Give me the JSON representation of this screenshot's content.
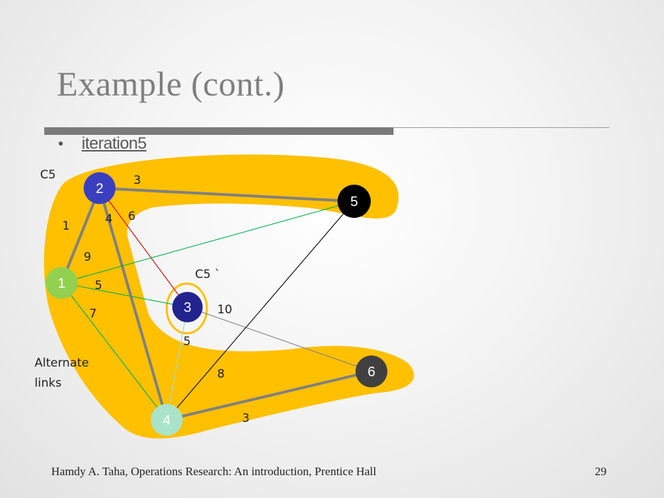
{
  "title": "Example (cont.)",
  "bullet": "iteration5",
  "footer": {
    "citation": "Hamdy A. Taha, Operations Research: An introduction, Prentice Hall",
    "page": "29"
  },
  "labels": {
    "cluster_c5": "C5",
    "cluster_c5_prime": "C5 `",
    "alternate_line1": "Alternate",
    "alternate_line2": "links"
  },
  "nodes": [
    {
      "id": "2",
      "label": "2",
      "color": "#3a3fbf"
    },
    {
      "id": "5",
      "label": "5",
      "color": "#000000"
    },
    {
      "id": "1",
      "label": "1",
      "color": "#92d050"
    },
    {
      "id": "3",
      "label": "3",
      "color": "#23238f"
    },
    {
      "id": "6",
      "label": "6",
      "color": "#404040"
    },
    {
      "id": "4",
      "label": "4",
      "color": "#a9e3c9"
    }
  ],
  "edges": [
    {
      "from": "2",
      "to": "5",
      "weight": "3",
      "color": "#808080",
      "tree": true
    },
    {
      "from": "1",
      "to": "2",
      "weight": "1",
      "color": "#808080",
      "tree": true
    },
    {
      "from": "2",
      "to": "4",
      "weight": "4",
      "color": "#808080",
      "tree": true
    },
    {
      "from": "4",
      "to": "6",
      "weight": "3",
      "color": "#808080",
      "tree": true
    },
    {
      "from": "2",
      "to": "3",
      "weight": "6",
      "color": "#cc0000",
      "tree": false
    },
    {
      "from": "1",
      "to": "5",
      "weight": "9",
      "color": "#00b050",
      "tree": false
    },
    {
      "from": "1",
      "to": "3",
      "weight": "5",
      "color": "#00b050",
      "tree": false
    },
    {
      "from": "1",
      "to": "4",
      "weight": "7",
      "color": "#00b050",
      "tree": false
    },
    {
      "from": "3",
      "to": "6",
      "weight": "10",
      "color": "#808080",
      "tree": false
    },
    {
      "from": "3",
      "to": "4",
      "weight": "5",
      "color": "#9fdcc8",
      "tree": false
    },
    {
      "from": "5",
      "to": "4",
      "weight": "8",
      "color": "#000000",
      "tree": false
    }
  ],
  "colors": {
    "highlight": "#ffc000",
    "title": "#7f7f7f"
  }
}
